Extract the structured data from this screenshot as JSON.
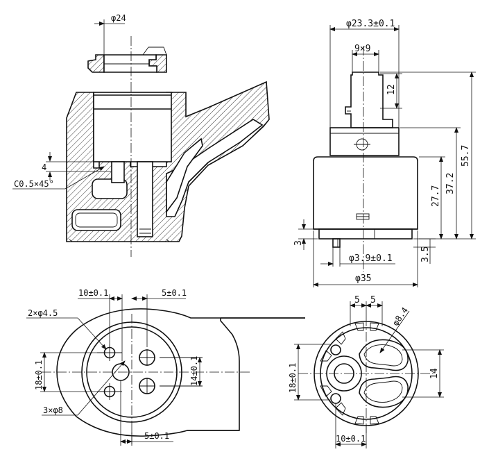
{
  "drawing": {
    "section_view": {
      "diameter_top": "φ24",
      "depth": "4",
      "chamfer": "C0.5×45°"
    },
    "front_view": {
      "top_diameter": "φ23.3±0.1",
      "stem_square": "9×9",
      "stem_height": "12",
      "total_height": "55.7",
      "body_to_shoulder": "37.2",
      "body_height": "27.7",
      "base_height": "3",
      "pin_diameter": "φ3.9±0.1",
      "pin_length": "3.5",
      "body_diameter": "φ35"
    },
    "seat_view": {
      "spacing_left": "10±0.1",
      "spacing_right": "5±0.1",
      "small_holes": "2×φ4.5",
      "vertical_spacing": "18±0.1",
      "inner_spacing": "14±0.1",
      "large_holes": "3×φ8",
      "bottom_spacing": "5±0.1"
    },
    "bottom_view": {
      "spacing_a": "5",
      "spacing_b": "5",
      "port_diameter": "φ8.4",
      "vertical_spacing": "18±0.1",
      "port_span": "14",
      "bottom_spacing": "10±0.1"
    }
  }
}
